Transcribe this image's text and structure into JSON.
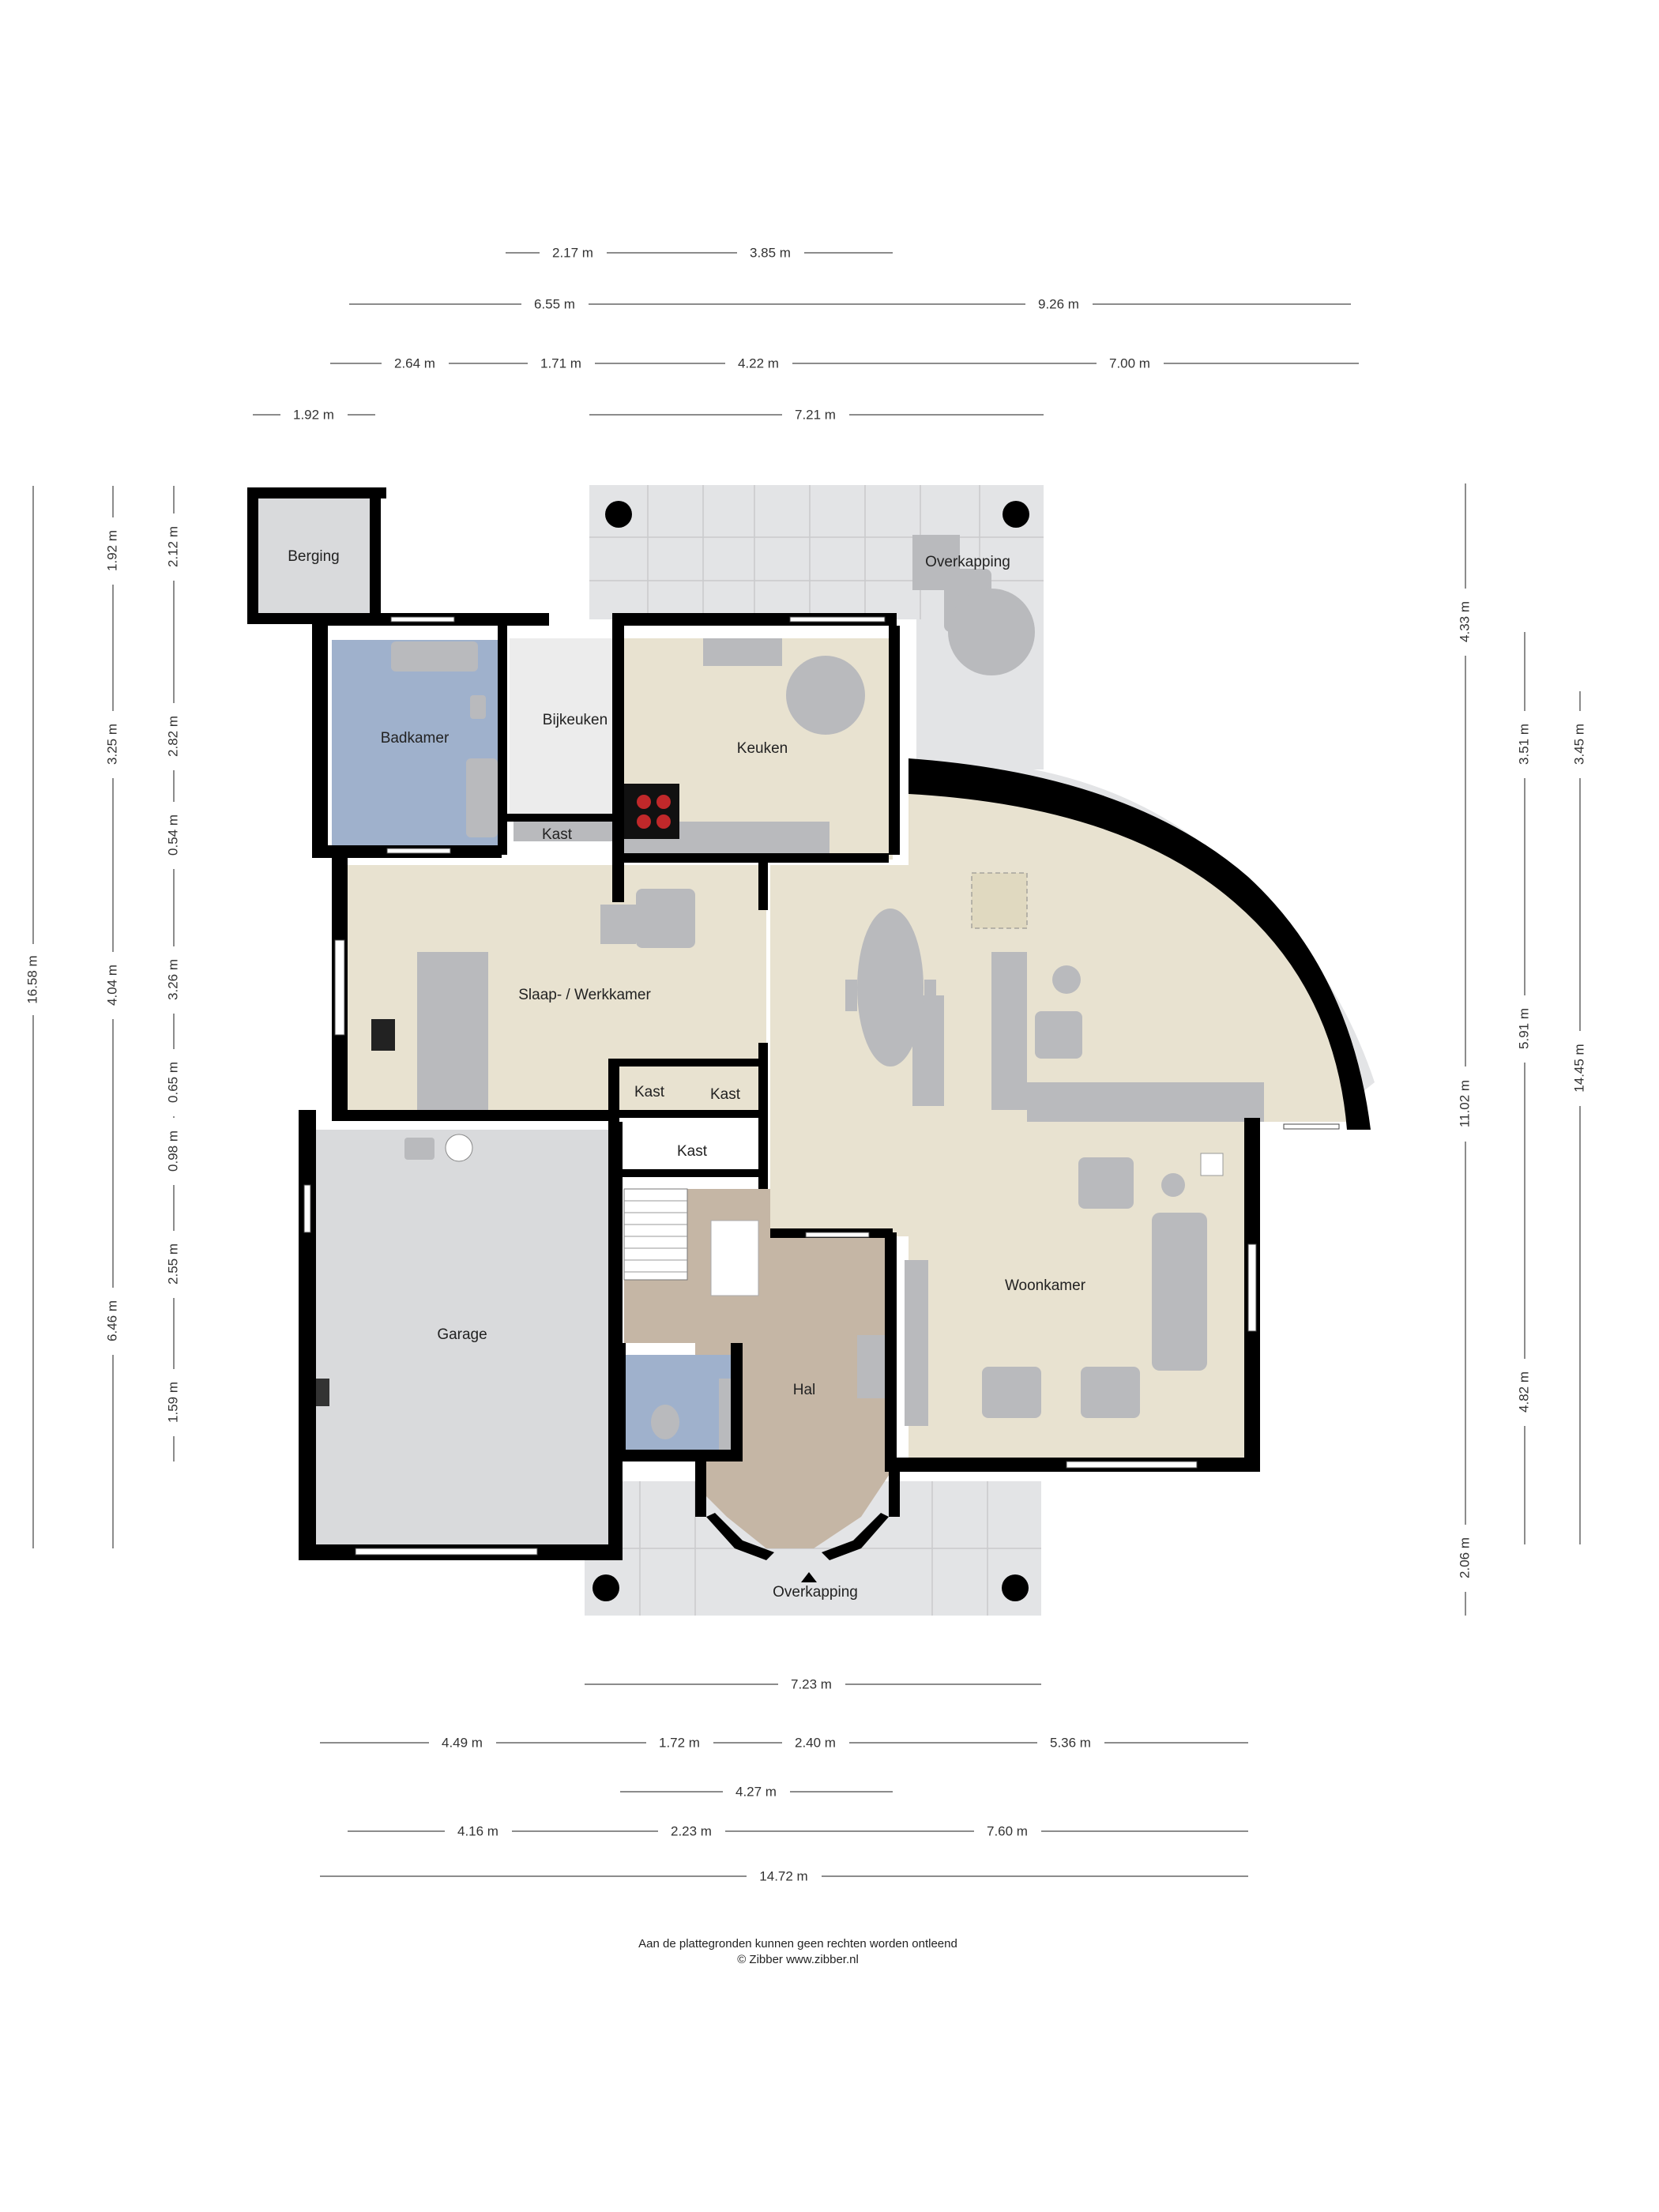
{
  "rooms": {
    "berging": "Berging",
    "badkamer": "Badkamer",
    "bijkeuken": "Bijkeuken",
    "keuken": "Keuken",
    "kast_bijkeuken": "Kast",
    "overkapping_top": "Overkapping",
    "slaap_werkkamer": "Slaap- / Werkkamer",
    "kast_1": "Kast",
    "kast_2": "Kast",
    "kast_3": "Kast",
    "garage": "Garage",
    "hal": "Hal",
    "woonkamer": "Woonkamer",
    "overkapping_bottom": "Overkapping"
  },
  "dims_top": {
    "r1a": "2.17 m",
    "r1b": "3.85 m",
    "r2a": "6.55 m",
    "r2b": "9.26 m",
    "r3a": "2.64 m",
    "r3b": "1.71 m",
    "r3c": "4.22 m",
    "r3d": "7.00 m",
    "r4a": "1.92 m",
    "r4b": "7.21 m"
  },
  "dims_bottom": {
    "r1": "7.23 m",
    "r2a": "4.49 m",
    "r2b": "1.72 m",
    "r2c": "2.40 m",
    "r2d": "5.36 m",
    "r3": "4.27 m",
    "r4a": "4.16 m",
    "r4b": "2.23 m",
    "r4c": "7.60 m",
    "r5": "14.72 m"
  },
  "dims_left": {
    "total": "16.58 m",
    "m1": "1.92 m",
    "m2": "3.25 m",
    "m3": "4.04 m",
    "m4": "6.46 m",
    "i1": "2.12 m",
    "i2": "2.82 m",
    "i3": "0.54 m",
    "i4": "3.26 m",
    "i5": "0.65 m",
    "i6": "0.98 m",
    "i7": "2.55 m",
    "i8": "1.59 m"
  },
  "dims_right": {
    "a1": "4.33 m",
    "a2": "11.02 m",
    "a3": "2.06 m",
    "b1": "3.51 m",
    "b2": "5.91 m",
    "b3": "4.82 m",
    "c1": "3.45 m",
    "c2": "14.45 m"
  },
  "footer": {
    "line1": "Aan de plattegronden kunnen geen rechten worden ontleend",
    "line2": "© Zibber www.zibber.nl"
  },
  "colors": {
    "living": "#e8e2d0",
    "bath": "#9fb1cc",
    "hall": "#c5b6a5",
    "garage": "#d9dadc",
    "terrace": "#e3e4e6",
    "furniture": "#b9babd",
    "wall": "#000000"
  }
}
